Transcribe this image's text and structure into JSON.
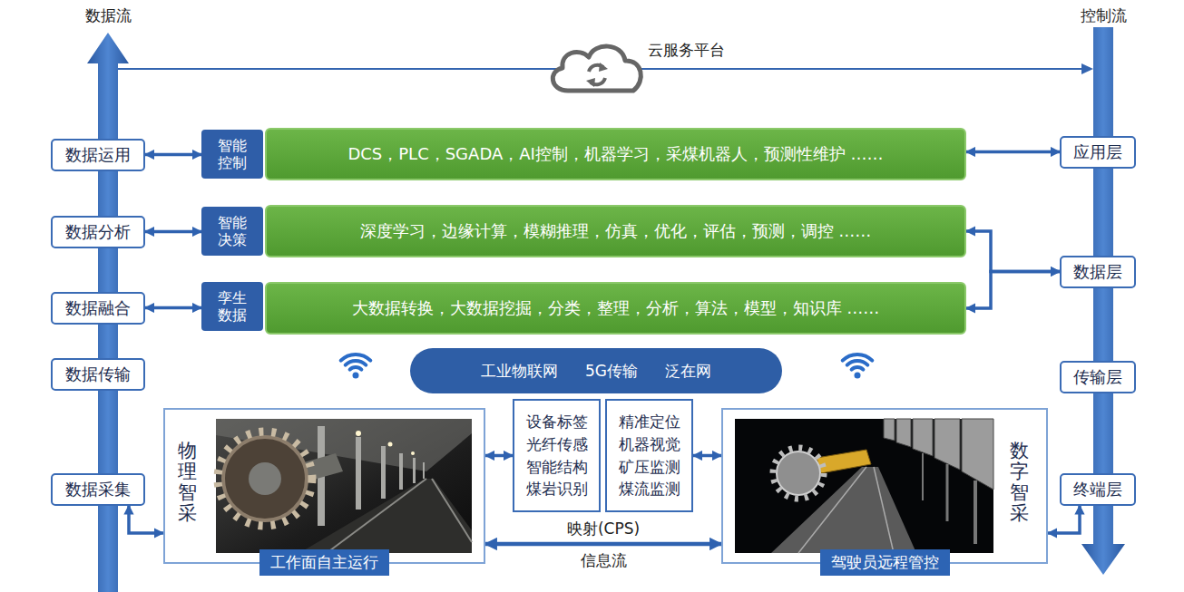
{
  "diagram": {
    "nodes": [
      {
        "text": [
          "云服务平台"
        ]
      },
      {
        "text": [
          "数据运用"
        ]
      },
      {
        "text": [
          "智能控制"
        ]
      },
      {
        "text": [
          "DCS，PLC，SGADA，AI控制，机器学习，采煤机器人，预测性维护 ……"
        ]
      },
      {
        "text": [
          "应用层"
        ]
      },
      {
        "text": [
          "数据分析"
        ]
      },
      {
        "text": [
          "智能决策"
        ]
      },
      {
        "text": [
          "深度学习，边缘计算，模糊推理，仿真，优化，评估，预测，调控 ……"
        ]
      },
      {
        "text": [
          "数据融合"
        ]
      },
      {
        "text": [
          "孪生数据"
        ]
      },
      {
        "text": [
          "大数据转换，大数据挖掘，分类，整理，分析，算法，模型，知识库 ……"
        ]
      },
      {
        "text": [
          "数据层"
        ]
      },
      {
        "text": [
          "数据传输"
        ]
      },
      {
        "text": [
          "工业物联网",
          "5G传输",
          "泛在网"
        ]
      },
      {
        "text": [
          "传输层"
        ]
      },
      {
        "text": [
          "数据采集"
        ]
      },
      {
        "text": [
          "物理智采",
          "工作面自主运行"
        ]
      },
      {
        "text": [
          "设备标签",
          "光纤传感",
          "智能结构",
          "煤岩识别"
        ]
      },
      {
        "text": [
          "精准定位",
          "机器视觉",
          "矿压监测",
          "煤流监测"
        ]
      },
      {
        "text": [
          "数字智采",
          "驾驶员远程管控"
        ]
      },
      {
        "text": [
          "终端层"
        ]
      }
    ],
    "edges": [
      {
        "from": 1,
        "to": 2,
        "arrow": "both"
      },
      {
        "from": 3,
        "to": 4,
        "arrow": "both"
      },
      {
        "from": 5,
        "to": 6,
        "arrow": "both"
      },
      {
        "from": 8,
        "to": 9,
        "arrow": "both"
      },
      {
        "from": 7,
        "to": 11,
        "arrow": "both"
      },
      {
        "from": 10,
        "to": 11,
        "arrow": "both"
      },
      {
        "from": 15,
        "to": 16,
        "arrow": "both"
      },
      {
        "from": 16,
        "to": 17,
        "arrow": "both"
      },
      {
        "from": 18,
        "to": 19,
        "arrow": "both"
      },
      {
        "from": 16,
        "to": 19,
        "label": "映射(CPS)",
        "arrow": "both"
      },
      {
        "from": 19,
        "to": 20,
        "arrow": "both"
      }
    ],
    "labels": [
      "数据流",
      "控制流",
      "信息流"
    ]
  }
}
